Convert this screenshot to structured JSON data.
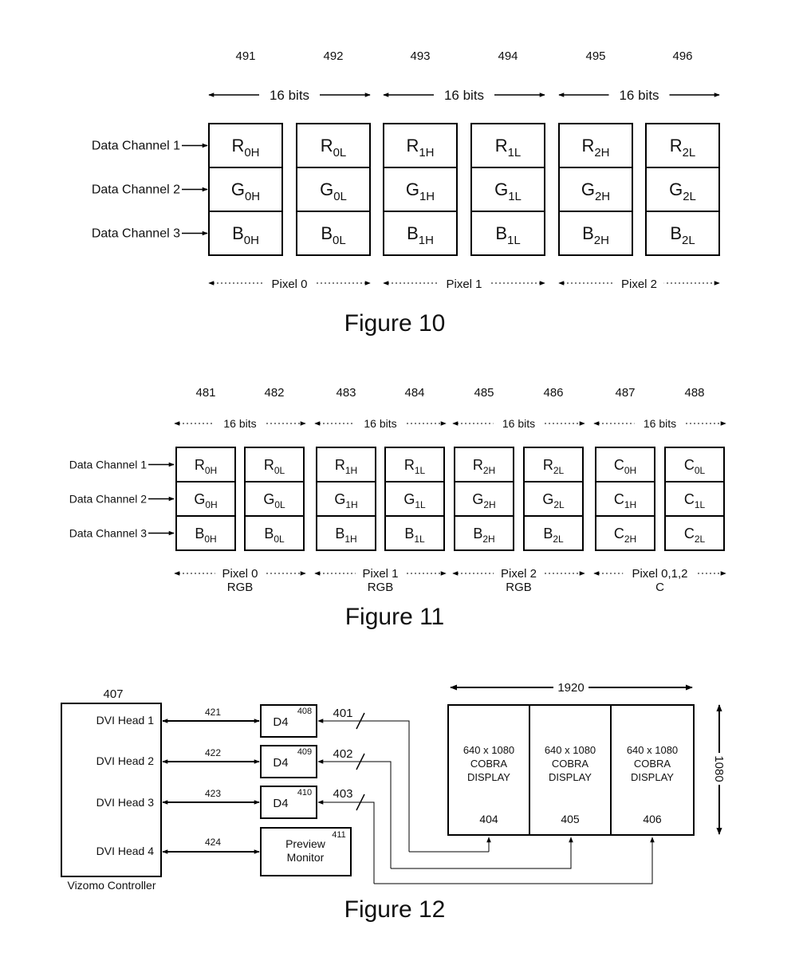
{
  "fig10": {
    "caption": "Figure 10",
    "ref_numbers": [
      "491",
      "492",
      "493",
      "494",
      "495",
      "496"
    ],
    "group_label": "16 bits",
    "channels": [
      "Data Channel 1",
      "Data Channel 2",
      "Data Channel 3"
    ],
    "columns": [
      [
        [
          "R",
          "0H"
        ],
        [
          "G",
          "0H"
        ],
        [
          "B",
          "0H"
        ]
      ],
      [
        [
          "R",
          "0L"
        ],
        [
          "G",
          "0L"
        ],
        [
          "B",
          "0L"
        ]
      ],
      [
        [
          "R",
          "1H"
        ],
        [
          "G",
          "1H"
        ],
        [
          "B",
          "1H"
        ]
      ],
      [
        [
          "R",
          "1L"
        ],
        [
          "G",
          "1L"
        ],
        [
          "B",
          "1L"
        ]
      ],
      [
        [
          "R",
          "2H"
        ],
        [
          "G",
          "2H"
        ],
        [
          "B",
          "2H"
        ]
      ],
      [
        [
          "R",
          "2L"
        ],
        [
          "G",
          "2L"
        ],
        [
          "B",
          "2L"
        ]
      ]
    ],
    "pixels": [
      "Pixel 0",
      "Pixel 1",
      "Pixel 2"
    ]
  },
  "fig11": {
    "caption": "Figure 11",
    "ref_numbers": [
      "481",
      "482",
      "483",
      "484",
      "485",
      "486",
      "487",
      "488"
    ],
    "group_label": "16 bits",
    "channels": [
      "Data Channel 1",
      "Data Channel 2",
      "Data Channel 3"
    ],
    "columns": [
      [
        [
          "R",
          "0H"
        ],
        [
          "G",
          "0H"
        ],
        [
          "B",
          "0H"
        ]
      ],
      [
        [
          "R",
          "0L"
        ],
        [
          "G",
          "0L"
        ],
        [
          "B",
          "0L"
        ]
      ],
      [
        [
          "R",
          "1H"
        ],
        [
          "G",
          "1H"
        ],
        [
          "B",
          "1H"
        ]
      ],
      [
        [
          "R",
          "1L"
        ],
        [
          "G",
          "1L"
        ],
        [
          "B",
          "1L"
        ]
      ],
      [
        [
          "R",
          "2H"
        ],
        [
          "G",
          "2H"
        ],
        [
          "B",
          "2H"
        ]
      ],
      [
        [
          "R",
          "2L"
        ],
        [
          "G",
          "2L"
        ],
        [
          "B",
          "2L"
        ]
      ],
      [
        [
          "C",
          "0H"
        ],
        [
          "C",
          "1H"
        ],
        [
          "C",
          "2H"
        ]
      ],
      [
        [
          "C",
          "0L"
        ],
        [
          "C",
          "1L"
        ],
        [
          "C",
          "2L"
        ]
      ]
    ],
    "pixels": [
      [
        "Pixel 0",
        "RGB"
      ],
      [
        "Pixel 1",
        "RGB"
      ],
      [
        "Pixel 2",
        "RGB"
      ],
      [
        "Pixel 0,1,2",
        "C"
      ]
    ]
  },
  "fig12": {
    "caption": "Figure 12",
    "controller_ref": "407",
    "controller_label": "Vizomo Controller",
    "heads": [
      "DVI Head 1",
      "DVI Head 2",
      "DVI Head 3",
      "DVI Head 4"
    ],
    "link_refs": [
      "421",
      "422",
      "423",
      "424"
    ],
    "d4_label": "D4",
    "d4_refs": [
      "408",
      "409",
      "410"
    ],
    "preview_label": [
      "Preview",
      "Monitor"
    ],
    "preview_ref": "411",
    "cable_refs": [
      "401",
      "402",
      "403"
    ],
    "width_label": "1920",
    "height_label": "1080",
    "display_lines": [
      "640 x 1080",
      "COBRA",
      "DISPLAY"
    ],
    "display_refs": [
      "404",
      "405",
      "406"
    ]
  }
}
